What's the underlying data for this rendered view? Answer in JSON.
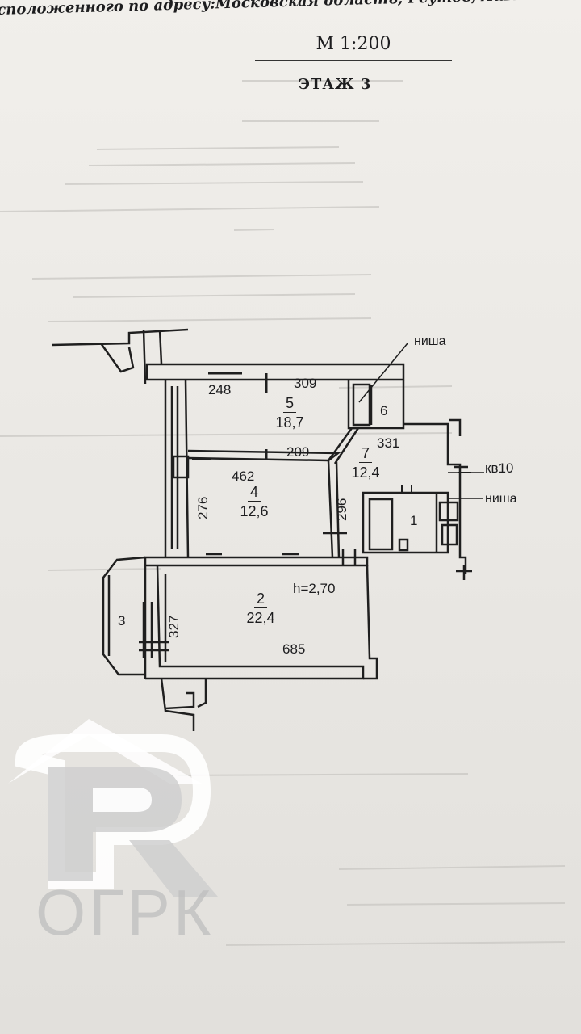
{
  "document": {
    "address_line": "сположенного по адресу:Московская область, Реутов, Ашхабадск",
    "scale": "М 1:200",
    "floor": "ЭТАЖ  3"
  },
  "plan": {
    "rooms": [
      {
        "id": "5",
        "area": "18,7"
      },
      {
        "id": "4",
        "area": "12,6"
      },
      {
        "id": "7",
        "area": "12,4"
      },
      {
        "id": "6",
        "area": ""
      },
      {
        "id": "1",
        "area": ""
      },
      {
        "id": "2",
        "area": "22,4"
      },
      {
        "id": "3",
        "area": ""
      }
    ],
    "dimensions": [
      "248",
      "309",
      "209",
      "331",
      "462",
      "276",
      "296",
      "327",
      "685"
    ],
    "height_label": "h=2,70",
    "niche_top": "ниша",
    "niche_right": "ниша",
    "apartment_label": "кв10"
  },
  "watermark": {
    "text": "ОГРК",
    "color": "#bdbdbd"
  }
}
